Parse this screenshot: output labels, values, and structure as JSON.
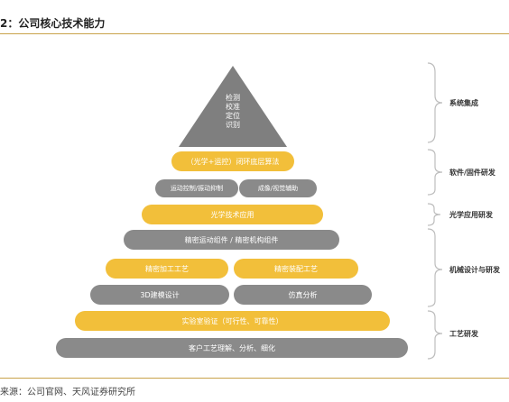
{
  "header": {
    "title": "2：公司核心技术能力"
  },
  "pyramid": {
    "top_lines": [
      "检测",
      "校准",
      "定位",
      "识别"
    ],
    "layer1": "（光学+运控）闭环底层算法",
    "layer2_left": "运动控制/振动抑制",
    "layer2_right": "成像/视觉辅助",
    "layer3": "光学技术应用",
    "layer4": "精密运动组件  /  精密机构组件",
    "layer5_left": "精密加工工艺",
    "layer5_right": "精密装配工艺",
    "layer6_left": "3D建模设计",
    "layer6_right": "仿真分析",
    "layer7": "实验室验证（可行性、可靠性）",
    "layer8": "客户工艺理解、分析、细化"
  },
  "categories": [
    "系统集成",
    "软件/固件研发",
    "光学应用研发",
    "机械设计与研发",
    "工艺研发"
  ],
  "footer": {
    "source": "来源：公司官网、天风证券研究所"
  },
  "colors": {
    "gold": "#f2bf3a",
    "gray": "#8a8a8a",
    "rule": "#c9a24a"
  }
}
